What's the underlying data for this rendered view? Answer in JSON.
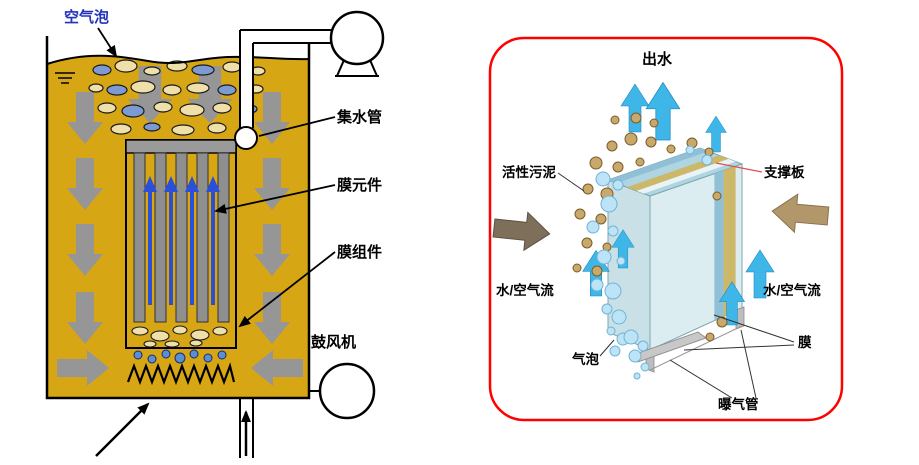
{
  "left": {
    "labels": {
      "air_bubbles": "空气泡",
      "collector_pipe": "集水管",
      "membrane_element": "膜元件",
      "membrane_module": "膜组件",
      "blower": "鼓风机"
    }
  },
  "right": {
    "labels": {
      "effluent": "出水",
      "activated_sludge": "活性污泥",
      "support_plate": "支撑板",
      "water_air_flow_left": "水/空气流",
      "water_air_flow_right": "水/空气流",
      "bubbles": "气泡",
      "membrane": "膜",
      "aeration_pipe": "曝气管"
    }
  },
  "colors": {
    "tank_liquid": "#D7A614",
    "border_red": "#FF0000",
    "circulation_gray": "#969696",
    "module_arrow_blue": "#2B4FD8",
    "label_blue": "#2233BB",
    "flow_arrow_cyan": "#3FB6E8",
    "sludge_bubble_tan": "#C9A96B",
    "air_bubble_blue": "#BCE4F6",
    "support_plate_tan": "#CDB768",
    "membrane_face_blue": "#C8E0E6"
  }
}
